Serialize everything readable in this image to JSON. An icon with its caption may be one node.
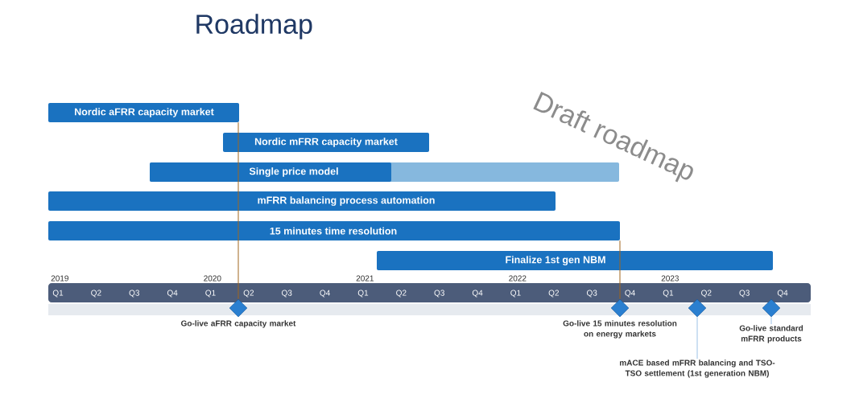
{
  "diagram": {
    "title": "Roadmap",
    "nodes": [
      {
        "text": [
          "Nordic aFRR capacity market"
        ]
      },
      {
        "text": [
          "Nordic mFRR capacity market"
        ]
      },
      {
        "text": [
          "Single price model"
        ]
      },
      {
        "text": [
          "mFRR balancing process automation"
        ]
      },
      {
        "text": [
          "15 minutes time resolution"
        ]
      },
      {
        "text": [
          "Finalize 1st gen NBM"
        ]
      },
      {
        "text": [],
        "shape": "diamond",
        "beside": [
          "Go-live aFRR capacity market"
        ]
      },
      {
        "text": [],
        "shape": "diamond",
        "beside": [
          "Go-live 15 minutes resolution on energy markets"
        ]
      },
      {
        "text": [],
        "shape": "diamond"
      },
      {
        "text": [],
        "shape": "diamond"
      },
      {
        "text": [
          "mACE based mFRR balancing and TSO-TSO settlement (1st generation NBM)"
        ]
      },
      {
        "text": [
          "Go-live standard mFRR products"
        ]
      }
    ],
    "edges": [
      {
        "from": 0,
        "to": 6,
        "arrow": "none",
        "color": "#a0661e"
      },
      {
        "from": 4,
        "to": 7,
        "arrow": "none",
        "color": "#a0661e"
      },
      {
        "from": 10,
        "to": 8,
        "arrow": "none",
        "color": "#9dc3e6"
      },
      {
        "from": 11,
        "to": 9,
        "arrow": "none",
        "color": "#9dc3e6"
      }
    ],
    "labels": [
      "Draft roadmap",
      "2019",
      "2020",
      "2021",
      "2022",
      "2023",
      "Q1",
      "Q2",
      "Q3",
      "Q4",
      "Q1",
      "Q2",
      "Q3",
      "Q4",
      "Q1",
      "Q2",
      "Q3",
      "Q4",
      "Q1",
      "Q2",
      "Q3",
      "Q4",
      "Q1",
      "Q2",
      "Q3",
      "Q4"
    ]
  }
}
